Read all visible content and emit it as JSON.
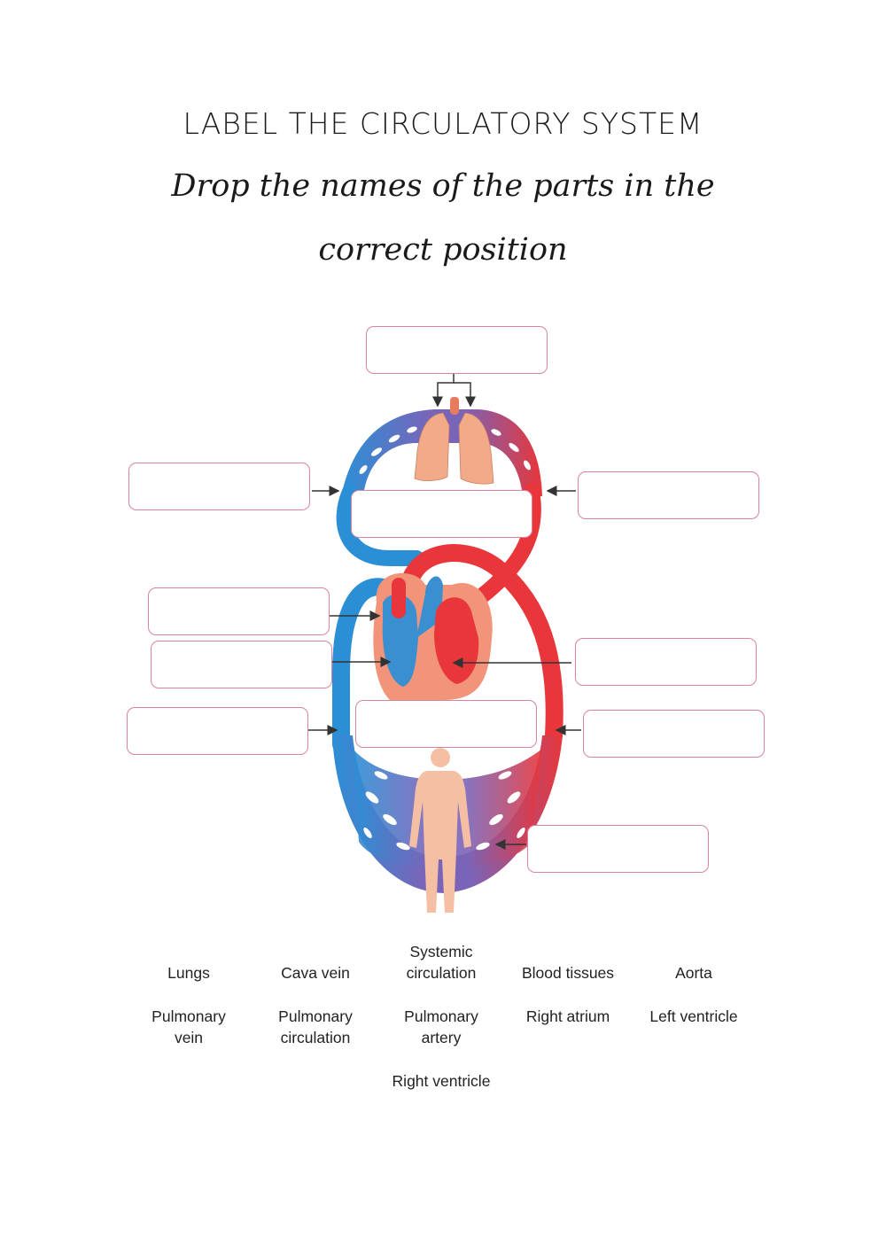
{
  "header": {
    "title": "LABEL THE CIRCULATORY SYSTEM",
    "instruction_line1": "Drop the names of the parts in the",
    "instruction_line2": "correct position"
  },
  "colors": {
    "drop_box_border": "#d9839f",
    "oxygenated_blood": "#e8363a",
    "deoxygenated_blood": "#2b8fd6",
    "capillaries": "#7a64b8",
    "organ_tissue": "#f2aa88"
  },
  "drop_zones": [
    {
      "id": "lungs-target",
      "value": ""
    },
    {
      "id": "left-vessel-target",
      "value": ""
    },
    {
      "id": "center-upper-target",
      "value": ""
    },
    {
      "id": "right-vessel-target",
      "value": ""
    },
    {
      "id": "right-atrium-target",
      "value": ""
    },
    {
      "id": "right-ventricle-target",
      "value": ""
    },
    {
      "id": "left-ventricle-target",
      "value": ""
    },
    {
      "id": "left-lower-vessel-target",
      "value": ""
    },
    {
      "id": "center-lower-target",
      "value": ""
    },
    {
      "id": "right-lower-vessel-target",
      "value": ""
    },
    {
      "id": "tissues-target",
      "value": ""
    }
  ],
  "word_bank": [
    {
      "line1": "",
      "line2": "Lungs"
    },
    {
      "line1": "",
      "line2": "Cava vein"
    },
    {
      "line1": "Systemic",
      "line2": "circulation"
    },
    {
      "line1": "",
      "line2": "Blood tissues"
    },
    {
      "line1": "",
      "line2": "Aorta"
    },
    {
      "line1": "Pulmonary",
      "line2": "vein"
    },
    {
      "line1": "Pulmonary",
      "line2": "circulation"
    },
    {
      "line1": "Pulmonary",
      "line2": "artery"
    },
    {
      "line1": "Right atrium",
      "line2": ""
    },
    {
      "line1": "Left ventricle",
      "line2": ""
    },
    {
      "line1": "Right ventricle",
      "line2": ""
    }
  ]
}
